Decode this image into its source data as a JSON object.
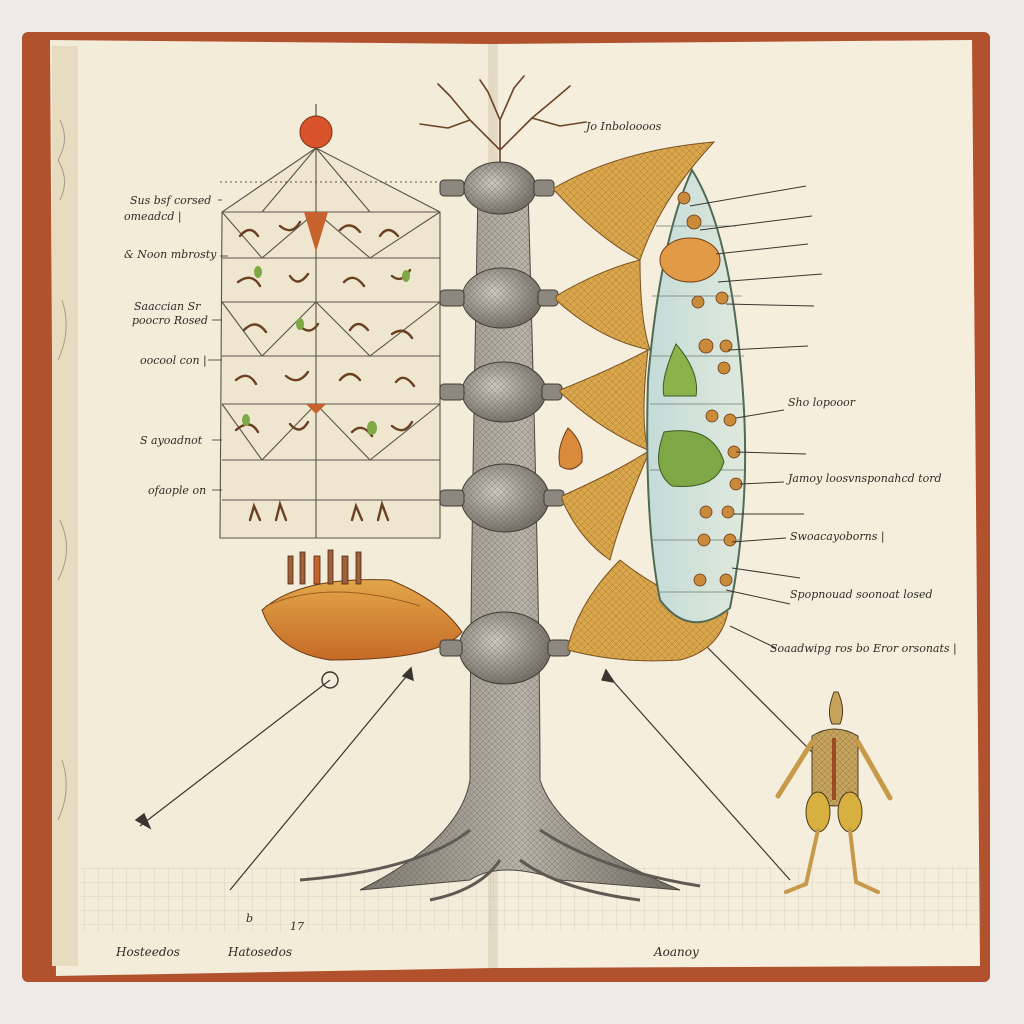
{
  "colors": {
    "background": "#ecebe8",
    "paper": "#f3ecd9",
    "cover": "#b2512e",
    "ink": "#2e2a26",
    "trunk": "#8f8a82",
    "wing": "#d6a24a",
    "capsule": "#cfe0dc",
    "accent_red": "#d9532a",
    "accent_green": "#7ea845"
  },
  "left_page": {
    "labels": [
      "Sus bsf corsed",
      "omeadcd |",
      "& Noon mbrosty",
      "Saaccian Sr",
      "poocro Rosed",
      "oocool con |",
      "S ayoadnot",
      "ofaople on",
      "Hosteedos"
    ],
    "footer": [
      "Hosteedos",
      "Hatosedos"
    ]
  },
  "right_page": {
    "labels": [
      "Jo Inboloooos",
      "Sho lopooor",
      "Jamoy loosvnsponahcd tord",
      "Swoacayoborns |",
      "Spopnouad soonoat losed",
      "Soaadwipg ros bo Eror orsonats |"
    ],
    "footer": [
      "Aoanoy"
    ]
  },
  "plate_marks": [
    "b",
    "17"
  ],
  "icons": [
    "tree-crown",
    "orange-sphere",
    "vertebral-trunk",
    "lattice-frame",
    "seed-capsule",
    "humanoid-figure",
    "arrow-marker"
  ]
}
